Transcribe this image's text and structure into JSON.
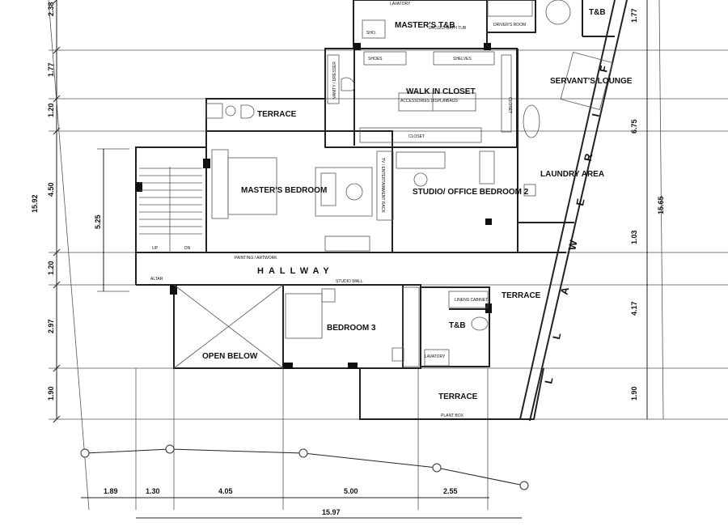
{
  "rooms": {
    "masters_tb": "MASTER'S T&B",
    "tb_top": "T&B",
    "terrace_top": "TERRACE",
    "walk_in_closet": "WALK IN CLOSET",
    "servants_lounge": "SERVANT'S LOUNGE",
    "masters_bedroom": "MASTER'S BEDROOM",
    "studio_office": "STUDIO/ OFFICE BEDROOM 2",
    "laundry": "LAUNDRY AREA",
    "hallway": "HALLWAY",
    "terrace_mid": "TERRACE",
    "bedroom3": "BEDROOM 3",
    "tb_mid": "T&B",
    "open_below": "OPEN BELOW",
    "terrace_bottom": "TERRACE"
  },
  "labels": {
    "lavatory_top": "LAVATORY",
    "shower": "SHO.",
    "jacuzzi": "JACUZZI BATH TUB",
    "drivers_room": "DRIVER'S ROOM",
    "shoes": "SHOES",
    "shelves": "SHELVES",
    "vanity": "VANITY / DRESSER",
    "accessories": "ACCESSORIES DISPLAY",
    "bags": "BAGS",
    "closet_right": "CLOSET",
    "closet_bottom": "CLOSET",
    "tv_rack": "TV / ENTERTAINMENT RACK",
    "up": "UP",
    "dn": "DN",
    "painting": "PAINTING / ARTWORK",
    "altar": "ALTAR",
    "studio_wall": "STUDIO WALL",
    "linens": "LINENS CABINET",
    "lavatory_mid": "LAVATORY",
    "plant_box": "PLANT BOX",
    "firewall": "FIREWALL"
  },
  "dimensions": {
    "left": [
      "2.38",
      "1.77",
      "1.20",
      "4.50",
      "15.92",
      "5.25",
      "1.20",
      "2.97",
      "1.90"
    ],
    "right": [
      "1.77",
      "6.75",
      "15.65",
      "1.03",
      "4.17",
      "1.90"
    ],
    "bottom": [
      "1.89",
      "1.30",
      "4.05",
      "5.00",
      "2.55"
    ],
    "total": "15.97"
  }
}
